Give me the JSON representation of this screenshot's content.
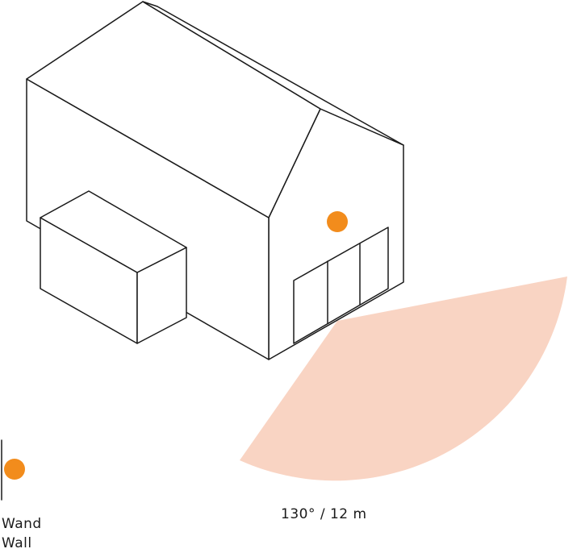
{
  "coverage": {
    "label": "130° / 12 m",
    "angle_deg": 130,
    "range_m": 12
  },
  "legend": {
    "label_de": "Wand",
    "label_en": "Wall",
    "symbol": "mounting-point-dot"
  },
  "colors": {
    "sensor": "#F28C1C",
    "coverage_area": "#F9D4C3",
    "outline": "#1A1A1A",
    "background": "#FFFFFF"
  }
}
